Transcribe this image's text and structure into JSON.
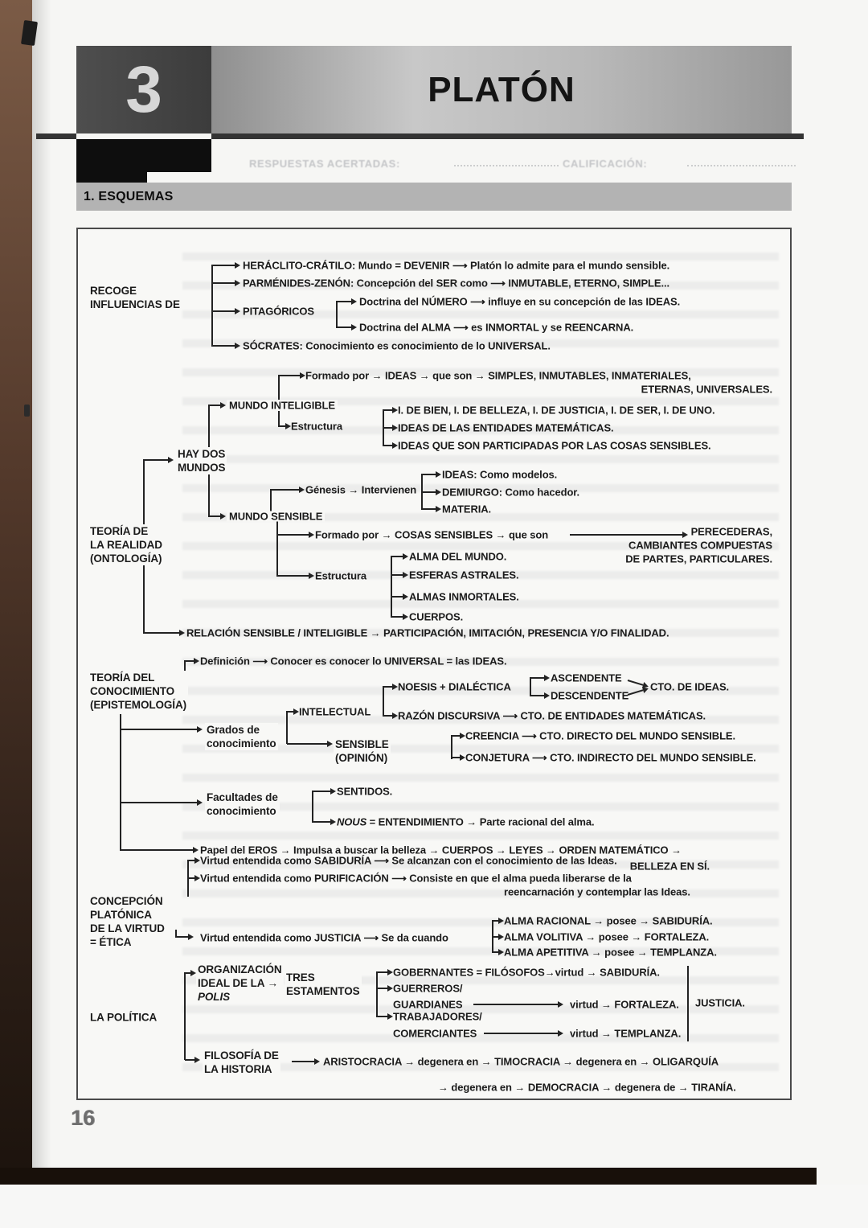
{
  "header": {
    "chapter_number": "3",
    "title": "PLATÓN"
  },
  "ghost": {
    "respuestas": "RESPUESTAS ACERTADAS:",
    "calificacion": "CALIFICACIÓN:"
  },
  "section_title": "1. ESQUEMAS",
  "page_number": "16",
  "colors": {
    "banner_gray": "#b9b9b9",
    "bar_gray": "#b3b3b3",
    "ink": "#1b1b1b",
    "page_bg": "#f6f6f4"
  },
  "diagram": {
    "influencias": {
      "label": [
        "RECOGE",
        "INFLUENCIAS DE"
      ],
      "heraclito": "HERÁCLITO-CRÁTILO: Mundo = DEVENIR ⟶ Platón lo admite para el mundo sensible.",
      "parmenides": "PARMÉNIDES-ZENÓN: Concepción del SER como ⟶ INMUTABLE, ETERNO, SIMPLE...",
      "pitagoricos": "PITAGÓRICOS",
      "numero": "Doctrina del NÚMERO ⟶ influye en su concepción de las IDEAS.",
      "alma": "Doctrina del ALMA ⟶ es INMORTAL y se REENCARNA.",
      "socrates": "SÓCRATES: Conocimiento es conocimiento de lo UNIVERSAL."
    },
    "ontologia": {
      "label": [
        "TEORÍA DE",
        "LA REALIDAD",
        "(ONTOLOGÍA)"
      ],
      "hay_dos": [
        "HAY DOS",
        "MUNDOS"
      ],
      "mundo_inteligible": "MUNDO INTELIGIBLE",
      "int_formado": "Formado por → IDEAS → que son → SIMPLES, INMUTABLES, INMATERIALES,",
      "int_formado2": "ETERNAS, UNIVERSALES.",
      "int_estructura": "Estructura",
      "int_e1": "I. DE BIEN, I. DE BELLEZA, I. DE JUSTICIA, I. DE SER, I. DE UNO.",
      "int_e2": "IDEAS DE LAS ENTIDADES MATEMÁTICAS.",
      "int_e3": "IDEAS QUE SON PARTICIPADAS POR LAS COSAS SENSIBLES.",
      "mundo_sensible": "MUNDO SENSIBLE",
      "genesis": "Génesis → Intervienen",
      "gen1": "IDEAS: Como modelos.",
      "gen2": "DEMIURGO: Como hacedor.",
      "gen3": "MATERIA.",
      "sen_formado": "Formado por → COSAS SENSIBLES → que son",
      "sen_f1": "PERECEDERAS,",
      "sen_f2": "CAMBIANTES COMPUESTAS",
      "sen_f3": "DE PARTES, PARTICULARES.",
      "sen_estructura": "Estructura",
      "sen_e1": "ALMA DEL MUNDO.",
      "sen_e2": "ESFERAS ASTRALES.",
      "sen_e3": "ALMAS INMORTALES.",
      "sen_e4": "CUERPOS.",
      "relacion": "RELACIÓN SENSIBLE / INTELIGIBLE → PARTICIPACIÓN, IMITACIÓN, PRESENCIA Y/O FINALIDAD."
    },
    "epistemologia": {
      "label": [
        "TEORÍA DEL",
        "CONOCIMIENTO",
        "(EPISTEMOLOGÍA)"
      ],
      "definicion": "Definición ⟶ Conocer es conocer lo UNIVERSAL = las IDEAS.",
      "grados": [
        "Grados de",
        "conocimiento"
      ],
      "intelectual": "INTELECTUAL",
      "noesis": "NOESIS + DIALÉCTICA",
      "ascendente": "ASCENDENTE",
      "descendente": "DESCENDENTE",
      "cto_ideas": "CTO. DE IDEAS.",
      "razon": "RAZÓN DISCURSIVA ⟶ CTO. DE ENTIDADES MATEMÁTICAS.",
      "sensible": [
        "SENSIBLE",
        "(OPINIÓN)"
      ],
      "creencia": "CREENCIA ⟶ CTO. DIRECTO DEL MUNDO SENSIBLE.",
      "conjetura": "CONJETURA ⟶ CTO. INDIRECTO DEL MUNDO SENSIBLE.",
      "facultades": [
        "Facultades de",
        "conocimiento"
      ],
      "sentidos": "SENTIDOS.",
      "nous_italic": "NOUS",
      "nous_rest": " = ENTENDIMIENTO → Parte racional del alma.",
      "eros": "Papel del EROS → Impulsa a buscar la belleza → CUERPOS → LEYES → ORDEN MATEMÁTICO →",
      "eros2": "BELLEZA EN SÍ."
    },
    "etica": {
      "label": [
        "CONCEPCIÓN",
        "PLATÓNICA",
        "DE LA VIRTUD",
        "= ÉTICA"
      ],
      "sabiduria": "Virtud entendida como  SABIDURÍA ⟶ Se alcanzan con el conocimiento de las Ideas.",
      "purificacion": "Virtud entendida como PURIFICACIÓN ⟶ Consiste en que el alma pueda liberarse de la",
      "purificacion2": "reencarnación y contemplar las Ideas.",
      "justicia": "Virtud entendida como  JUSTICIA ⟶ Se da cuando",
      "alma1": "ALMA RACIONAL → posee → SABIDURÍA.",
      "alma2": "ALMA VOLITIVA → posee → FORTALEZA.",
      "alma3": "ALMA APETITIVA → posee → TEMPLANZA."
    },
    "politica": {
      "label": "LA POLÍTICA",
      "organizacion": [
        "ORGANIZACIÓN",
        "IDEAL DE LA →",
        "POLIS"
      ],
      "estamentos": [
        "TRES",
        "ESTAMENTOS"
      ],
      "gobernantes": "GOBERNANTES = FILÓSOFOS→virtud → SABIDURÍA.",
      "guerreros": "GUERREROS/",
      "guardianes": "GUARDIANES",
      "guardianes_v": "virtud → FORTALEZA.",
      "trabajadores": "TRABAJADORES/",
      "comerciantes": "COMERCIANTES",
      "comerciantes_v": "virtud → TEMPLANZA.",
      "justicia_side": "JUSTICIA.",
      "filosofia": [
        "FILOSOFÍA DE",
        "LA HISTORIA"
      ],
      "historia1": "ARISTOCRACIA → degenera en → TIMOCRACIA → degenera en → OLIGARQUÍA",
      "historia2": "→ degenera en → DEMOCRACIA → degenera de → TIRANÍA."
    }
  }
}
